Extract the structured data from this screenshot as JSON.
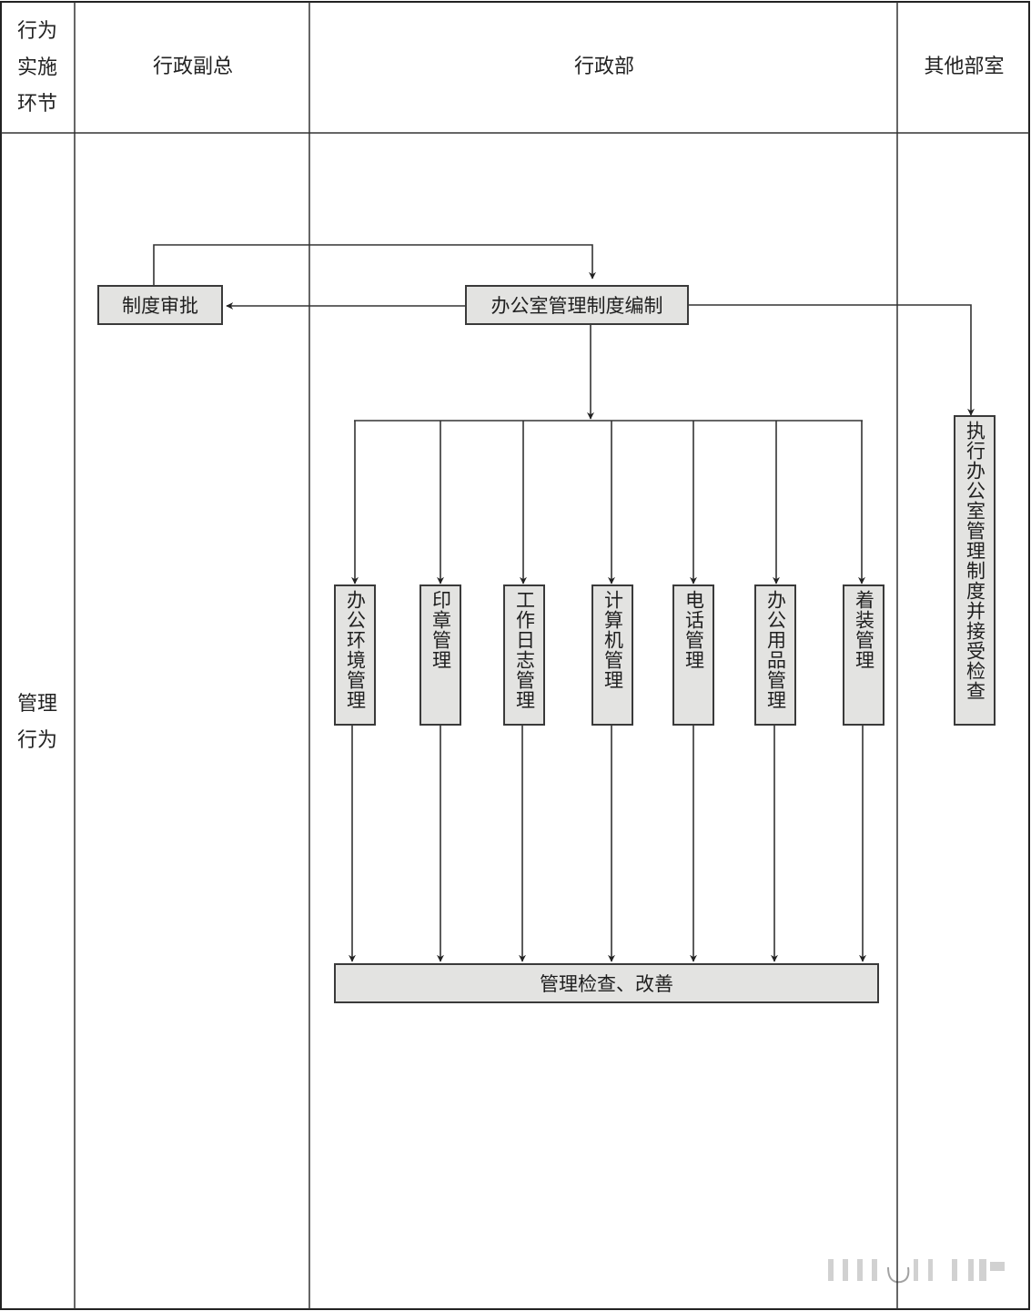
{
  "table": {
    "header": {
      "stage_col": "行为实施环节",
      "stage_col_lines": [
        "行为",
        "实施",
        "环节"
      ],
      "columns": [
        "行政副总",
        "行政部",
        "其他部室"
      ]
    },
    "row": {
      "stage_label_lines": [
        "管理",
        "行为"
      ]
    }
  },
  "diagram": {
    "nodes": {
      "approval": "制度审批",
      "drafting": "办公室管理制度编制",
      "execute": "执行办公室管理制度并接受检查",
      "sub_items": [
        "办公环境管理",
        "印章管理",
        "工作日志管理",
        "计算机管理",
        "电话管理",
        "办公用品管理",
        "着装管理"
      ],
      "review": "管理检查、改善"
    },
    "edges": [
      {
        "from": "approval",
        "to": "drafting"
      },
      {
        "from": "drafting",
        "to": "approval"
      },
      {
        "from": "drafting",
        "to": "execute"
      },
      {
        "from": "drafting",
        "to": "sub_items"
      },
      {
        "from": "sub_items",
        "to": "review"
      }
    ],
    "colors": {
      "box_fill": "#e3e3e1",
      "line": "#3a3a3a",
      "grid": "#333333"
    }
  }
}
